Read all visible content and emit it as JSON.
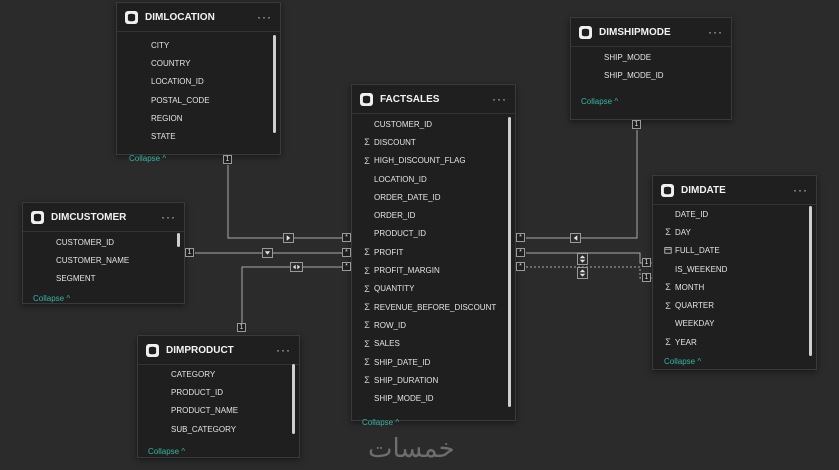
{
  "tables": {
    "dimlocation": {
      "name": "DIMLOCATION",
      "collapse_label": "Collapse",
      "columns": [
        {
          "name": "CITY",
          "agg": false
        },
        {
          "name": "COUNTRY",
          "agg": false
        },
        {
          "name": "LOCATION_ID",
          "agg": false
        },
        {
          "name": "POSTAL_CODE",
          "agg": false
        },
        {
          "name": "REGION",
          "agg": false
        },
        {
          "name": "STATE",
          "agg": false
        }
      ]
    },
    "dimshipmode": {
      "name": "DIMSHIPMODE",
      "collapse_label": "Collapse",
      "columns": [
        {
          "name": "SHIP_MODE",
          "agg": false
        },
        {
          "name": "SHIP_MODE_ID",
          "agg": false
        }
      ]
    },
    "factsales": {
      "name": "FACTSALES",
      "collapse_label": "Collapse",
      "columns": [
        {
          "name": "CUSTOMER_ID",
          "agg": false
        },
        {
          "name": "DISCOUNT",
          "agg": true
        },
        {
          "name": "HIGH_DISCOUNT_FLAG",
          "agg": true
        },
        {
          "name": "LOCATION_ID",
          "agg": false
        },
        {
          "name": "ORDER_DATE_ID",
          "agg": false
        },
        {
          "name": "ORDER_ID",
          "agg": false
        },
        {
          "name": "PRODUCT_ID",
          "agg": false
        },
        {
          "name": "PROFIT",
          "agg": true
        },
        {
          "name": "PROFIT_MARGIN",
          "agg": true
        },
        {
          "name": "QUANTITY",
          "agg": true
        },
        {
          "name": "REVENUE_BEFORE_DISCOUNT",
          "agg": true
        },
        {
          "name": "ROW_ID",
          "agg": true
        },
        {
          "name": "SALES",
          "agg": true
        },
        {
          "name": "SHIP_DATE_ID",
          "agg": true
        },
        {
          "name": "SHIP_DURATION",
          "agg": true
        },
        {
          "name": "SHIP_MODE_ID",
          "agg": false
        }
      ]
    },
    "dimcustomer": {
      "name": "DIMCUSTOMER",
      "collapse_label": "Collapse",
      "columns": [
        {
          "name": "CUSTOMER_ID",
          "agg": false
        },
        {
          "name": "CUSTOMER_NAME",
          "agg": false
        },
        {
          "name": "SEGMENT",
          "agg": false
        }
      ]
    },
    "dimdate": {
      "name": "DIMDATE",
      "collapse_label": "Collapse",
      "columns": [
        {
          "name": "DATE_ID",
          "agg": false
        },
        {
          "name": "DAY",
          "agg": true
        },
        {
          "name": "FULL_DATE",
          "agg": false,
          "calendar": true
        },
        {
          "name": "IS_WEEKEND",
          "agg": false
        },
        {
          "name": "MONTH",
          "agg": true
        },
        {
          "name": "QUARTER",
          "agg": true
        },
        {
          "name": "WEEKDAY",
          "agg": false
        },
        {
          "name": "YEAR",
          "agg": true
        }
      ]
    },
    "dimproduct": {
      "name": "DIMPRODUCT",
      "collapse_label": "Collapse",
      "columns": [
        {
          "name": "CATEGORY",
          "agg": false
        },
        {
          "name": "PRODUCT_ID",
          "agg": false
        },
        {
          "name": "PRODUCT_NAME",
          "agg": false
        },
        {
          "name": "SUB_CATEGORY",
          "agg": false
        }
      ]
    }
  },
  "relationships": [
    {
      "from": "dimlocation",
      "to": "factsales",
      "one": "1",
      "many": "*"
    },
    {
      "from": "dimcustomer",
      "to": "factsales",
      "one": "1",
      "many": "*"
    },
    {
      "from": "dimproduct",
      "to": "factsales",
      "one": "1",
      "many": "*"
    },
    {
      "from": "dimshipmode",
      "to": "factsales",
      "one": "1",
      "many": "*"
    },
    {
      "from": "dimdate",
      "to": "factsales",
      "one": "1",
      "many": "*"
    },
    {
      "from": "dimdate",
      "to": "factsales",
      "one": "1",
      "many": "*",
      "inactive": true
    }
  ],
  "more_label": "···",
  "aggregate_symbol": "Σ",
  "watermark": "خمسات",
  "colors": {
    "background": "#2b2b2b",
    "card": "#1f1f1f",
    "accent": "#35b5a4",
    "line": "#a8a8a8"
  }
}
